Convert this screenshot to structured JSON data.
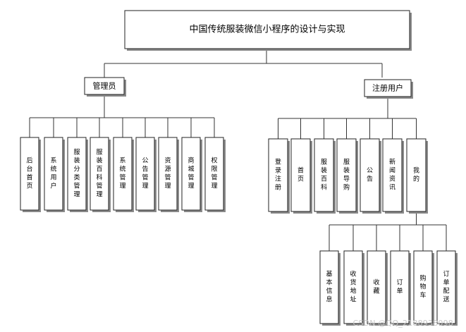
{
  "title": "中国传统服装微信小程序的设计与实现",
  "admin": {
    "label": "管理员",
    "modules": [
      "后台首页",
      "系统用户",
      "服装分类管理",
      "服装百科管理",
      "系统管理",
      "公告管理",
      "资源管理",
      "商城管理",
      "权限管理"
    ]
  },
  "user": {
    "label": "注册用户",
    "modules": [
      "登录注册",
      "首页",
      "服装百科",
      "服装导购",
      "公告",
      "新闻资讯",
      "我的"
    ]
  },
  "mine": {
    "modules": [
      "基本信息",
      "收货地址",
      "收藏",
      "订单",
      "购物车",
      "订单配送"
    ]
  },
  "watermark": "CSDN @QQ_2188938098"
}
